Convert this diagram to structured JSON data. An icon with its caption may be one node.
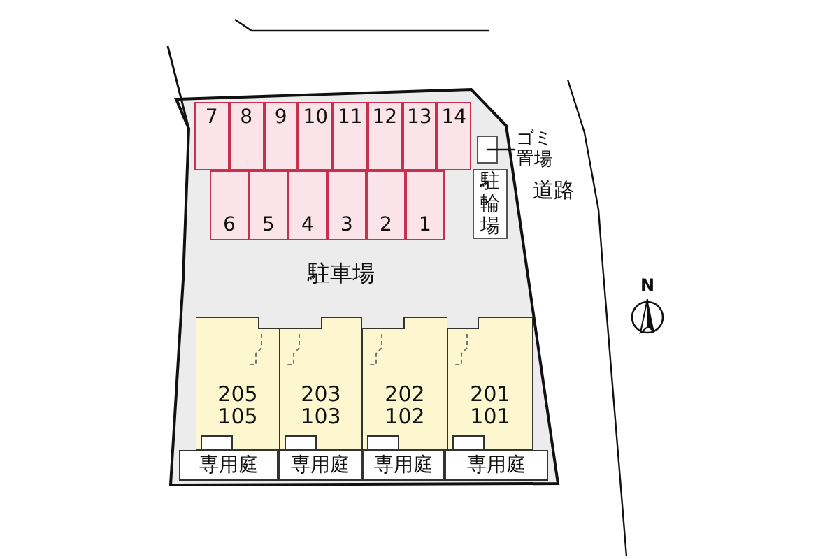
{
  "diagram": {
    "nodes": [
      {
        "text": [
          "7"
        ]
      },
      {
        "text": [
          "8"
        ]
      },
      {
        "text": [
          "9"
        ]
      },
      {
        "text": [
          "10"
        ]
      },
      {
        "text": [
          "11"
        ]
      },
      {
        "text": [
          "12"
        ]
      },
      {
        "text": [
          "13"
        ]
      },
      {
        "text": [
          "14"
        ]
      },
      {
        "text": [
          "6"
        ]
      },
      {
        "text": [
          "5"
        ]
      },
      {
        "text": [
          "4"
        ]
      },
      {
        "text": [
          "3"
        ]
      },
      {
        "text": [
          "2"
        ]
      },
      {
        "text": [
          "1"
        ]
      },
      {
        "text": [],
        "shape": "box"
      },
      {
        "text": [
          "ゴミ置場"
        ]
      },
      {
        "text": [
          "駐輪場"
        ]
      },
      {
        "text": [
          "205 105"
        ]
      },
      {
        "text": [
          "203 103"
        ]
      },
      {
        "text": [
          "202 102"
        ]
      },
      {
        "text": [
          "201 101"
        ]
      },
      {
        "text": [
          "専用庭"
        ]
      },
      {
        "text": [
          "専用庭"
        ]
      },
      {
        "text": [
          "専用庭"
        ]
      },
      {
        "text": [
          "専用庭"
        ]
      }
    ],
    "edges": [
      {
        "from": 15,
        "to": 14,
        "arrow": "none"
      }
    ],
    "labels": [
      "駐車場",
      "道路",
      "N"
    ]
  }
}
